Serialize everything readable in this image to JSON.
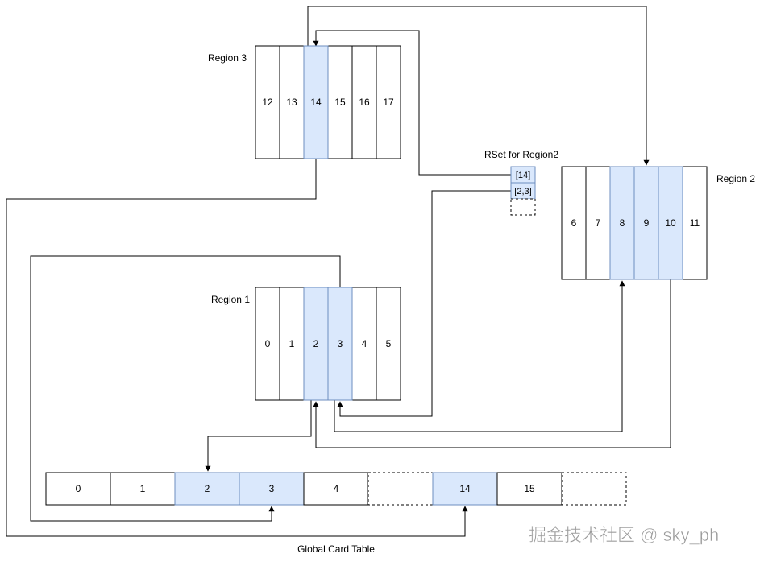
{
  "labels": {
    "region3": "Region 3",
    "region1": "Region 1",
    "region2": "Region 2",
    "rset_title": "RSet for Region2",
    "global_card_table": "Global Card Table",
    "watermark": "掘金技术社区 @ sky_ph"
  },
  "region3": {
    "cards": [
      {
        "label": "12",
        "highlighted": false
      },
      {
        "label": "13",
        "highlighted": false
      },
      {
        "label": "14",
        "highlighted": true
      },
      {
        "label": "15",
        "highlighted": false
      },
      {
        "label": "16",
        "highlighted": false
      },
      {
        "label": "17",
        "highlighted": false
      }
    ]
  },
  "region1": {
    "cards": [
      {
        "label": "0",
        "highlighted": false
      },
      {
        "label": "1",
        "highlighted": false
      },
      {
        "label": "2",
        "highlighted": true
      },
      {
        "label": "3",
        "highlighted": true
      },
      {
        "label": "4",
        "highlighted": false
      },
      {
        "label": "5",
        "highlighted": false
      }
    ]
  },
  "region2": {
    "cards": [
      {
        "label": "6",
        "highlighted": false
      },
      {
        "label": "7",
        "highlighted": false
      },
      {
        "label": "8",
        "highlighted": true
      },
      {
        "label": "9",
        "highlighted": true
      },
      {
        "label": "10",
        "highlighted": true
      },
      {
        "label": "11",
        "highlighted": false
      }
    ]
  },
  "rset": {
    "entries": [
      {
        "label": "[14]",
        "dashed": false
      },
      {
        "label": "[2,3]",
        "dashed": false
      },
      {
        "label": "",
        "dashed": true
      }
    ]
  },
  "global_table": {
    "cells": [
      {
        "label": "0",
        "highlighted": false,
        "dashed": false
      },
      {
        "label": "1",
        "highlighted": false,
        "dashed": false
      },
      {
        "label": "2",
        "highlighted": true,
        "dashed": false
      },
      {
        "label": "3",
        "highlighted": true,
        "dashed": false
      },
      {
        "label": "4",
        "highlighted": false,
        "dashed": false
      },
      {
        "label": "",
        "highlighted": false,
        "dashed": true
      },
      {
        "label": "14",
        "highlighted": true,
        "dashed": false
      },
      {
        "label": "15",
        "highlighted": false,
        "dashed": false
      },
      {
        "label": "",
        "highlighted": false,
        "dashed": true
      }
    ]
  },
  "colors": {
    "highlight": "#dae8fc",
    "highlight_stroke": "#6c8ebf",
    "line": "#000000"
  }
}
